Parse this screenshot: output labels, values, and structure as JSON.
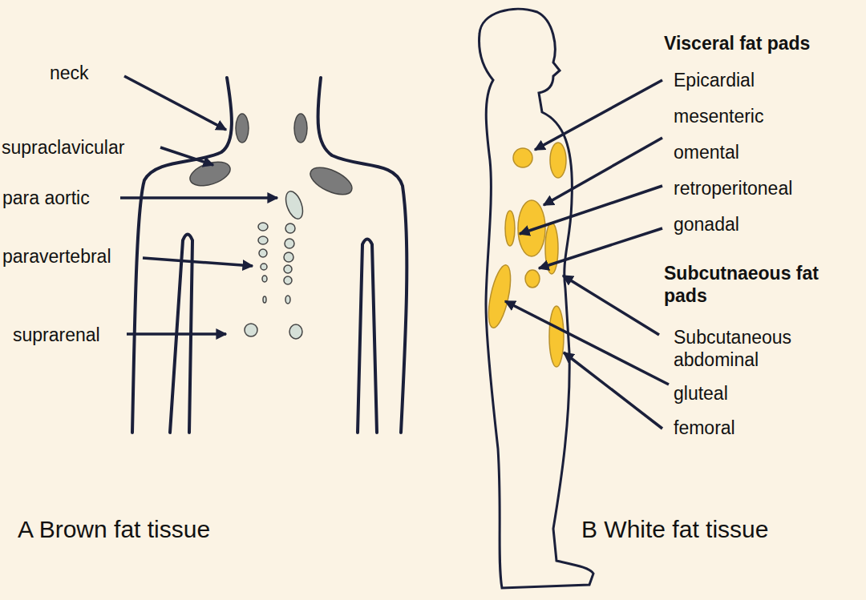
{
  "diagram": {
    "labels": [
      "neck",
      "supraclavicular",
      "para aortic",
      "paravertebral",
      "suprarenal",
      "Visceral fat pads",
      "Epicardial",
      "mesenteric",
      "omental",
      "retroperitoneal",
      "gonadal",
      "Subcutnaeous fat pads",
      "Subcutaneous abdominal",
      "gluteal",
      "femoral",
      "A Brown fat tissue",
      "B White fat tissue"
    ]
  }
}
